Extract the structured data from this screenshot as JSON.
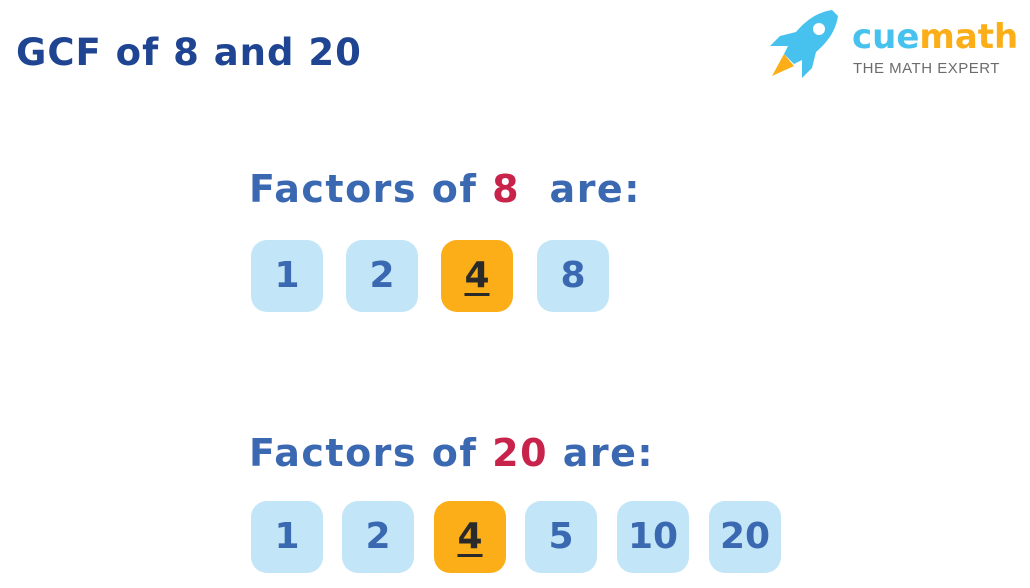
{
  "title": "GCF of 8 and 20",
  "logo": {
    "icon": "rocket-icon",
    "word_part1": "cue",
    "word_part2": "math",
    "tagline": "THE MATH EXPERT",
    "colors": {
      "cue": "#47c2ef",
      "math": "#fbae18"
    }
  },
  "sections": [
    {
      "heading_prefix": "Factors of ",
      "number": "8",
      "heading_suffix": "  are:",
      "factors": [
        "1",
        "2",
        "4",
        "8"
      ],
      "highlighted": "4"
    },
    {
      "heading_prefix": "Factors of ",
      "number": "20",
      "heading_suffix": " are:",
      "factors": [
        "1",
        "2",
        "4",
        "5",
        "10",
        "20"
      ],
      "highlighted": "4"
    }
  ],
  "colors": {
    "title": "#1f4592",
    "heading": "#3a68b1",
    "number_accent": "#c8234b",
    "box_bg": "#c2e6f7",
    "box_highlight": "#fbae18"
  }
}
